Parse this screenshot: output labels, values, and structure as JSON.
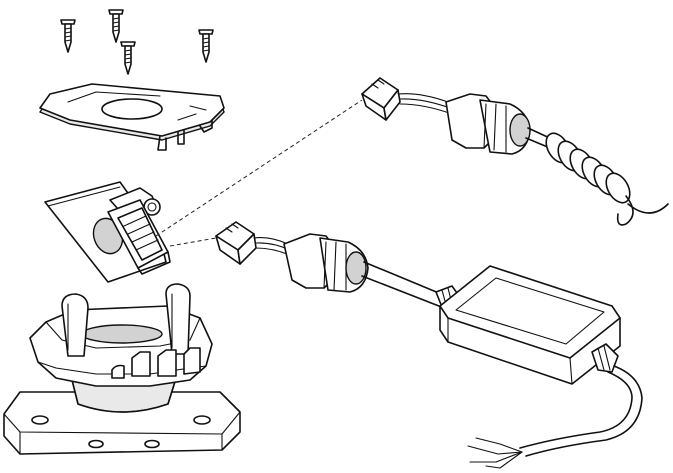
{
  "diagram": {
    "parts": [
      {
        "id": "mounting-screws",
        "count": 4
      },
      {
        "id": "mounting-plate"
      },
      {
        "id": "camera-module-with-connector"
      },
      {
        "id": "suction-mount-base"
      },
      {
        "id": "coiled-power-cable-with-connector"
      },
      {
        "id": "hardwire-power-adapter"
      }
    ],
    "connections": [
      {
        "from": "camera-module-with-connector",
        "to": "coiled-power-cable-with-connector",
        "style": "dashed"
      },
      {
        "from": "camera-module-with-connector",
        "to": "hardwire-power-adapter",
        "style": "dashed"
      }
    ],
    "colors": {
      "line": "#111111",
      "fill": "#ffffff",
      "shade": "#e9e9e9",
      "background": "#ffffff"
    }
  }
}
